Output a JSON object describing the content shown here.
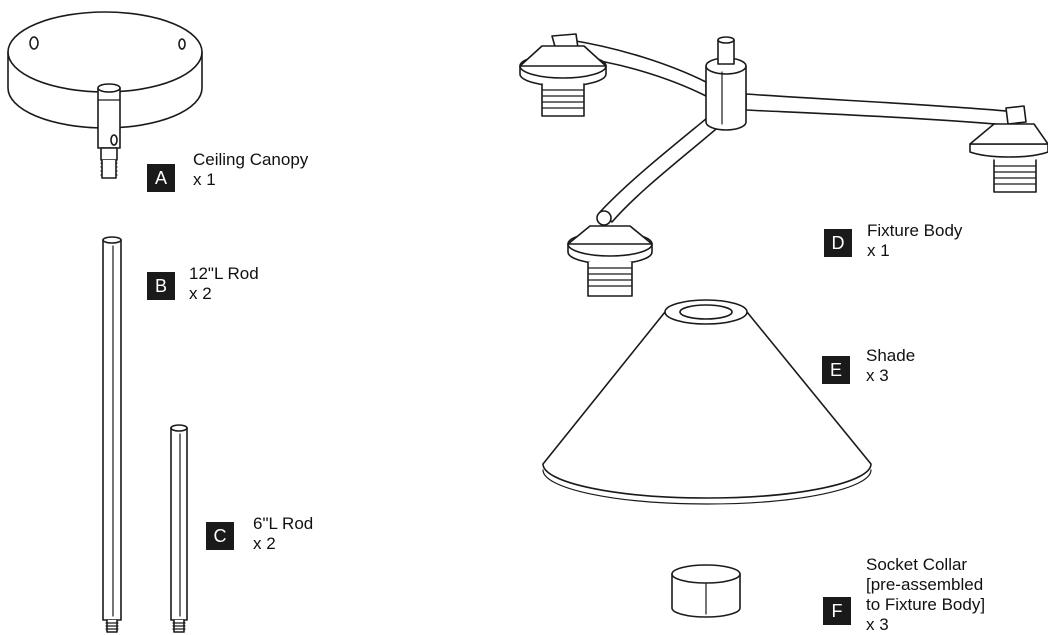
{
  "parts": [
    {
      "letter": "A",
      "name": "Ceiling Canopy",
      "qty": "x 1"
    },
    {
      "letter": "B",
      "name": "12\"L Rod",
      "qty": "x 2"
    },
    {
      "letter": "C",
      "name": "6\"L Rod",
      "qty": "x 2"
    },
    {
      "letter": "D",
      "name": "Fixture Body",
      "qty": "x  1"
    },
    {
      "letter": "E",
      "name": "Shade",
      "qty": "x  3"
    },
    {
      "letter": "F",
      "name_lines": [
        "Socket Collar",
        "[pre-assembled",
        "to Fixture Body]"
      ],
      "qty": "x  3"
    }
  ],
  "colors": {
    "badge_bg": "#1a1a1a",
    "line": "#1a1a1a"
  }
}
